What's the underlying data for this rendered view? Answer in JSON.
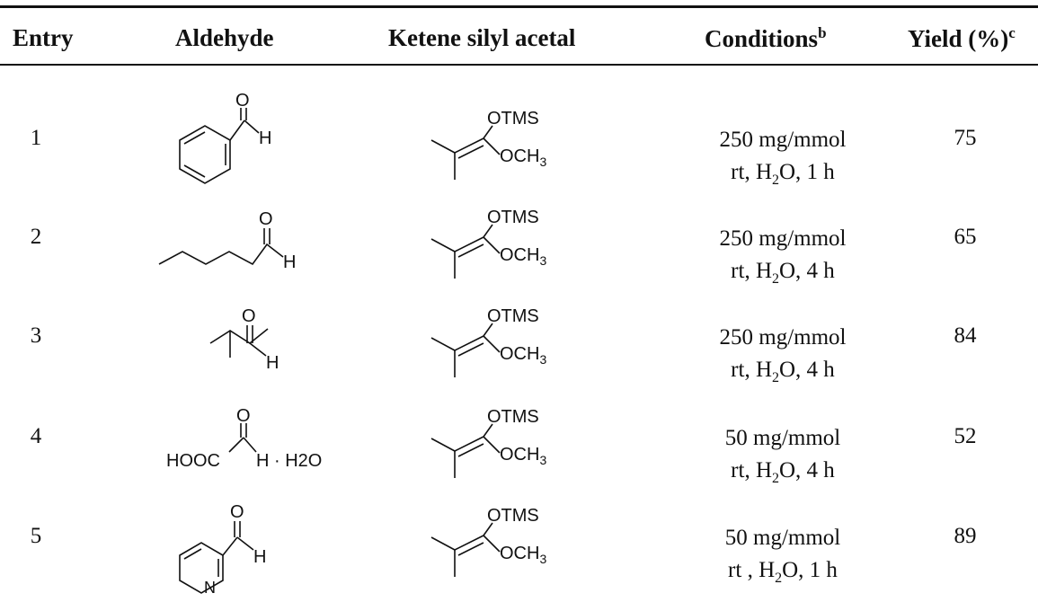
{
  "caption_fragment": "",
  "headers": {
    "entry": "Entry",
    "aldehyde": "Aldehyde",
    "ketene": "Ketene silyl acetal",
    "conditions": "Conditions",
    "conditions_note": "b",
    "yield": "Yield (%)",
    "yield_note": "c"
  },
  "rows": [
    {
      "entry": "1",
      "loading": "250 mg/mmol",
      "cond_pre": "rt, H",
      "cond_sub": "2",
      "cond_post": "O, 1 h",
      "yield": "75"
    },
    {
      "entry": "2",
      "loading": "250 mg/mmol",
      "cond_pre": "rt, H",
      "cond_sub": "2",
      "cond_post": "O, 4 h",
      "yield": "65"
    },
    {
      "entry": "3",
      "loading": "250 mg/mmol",
      "cond_pre": "rt, H",
      "cond_sub": "2",
      "cond_post": "O, 4 h",
      "yield": "84"
    },
    {
      "entry": "4",
      "loading": "50 mg/mmol",
      "cond_pre": "rt,  H",
      "cond_sub": "2",
      "cond_post": "O, 4 h",
      "yield": "52"
    },
    {
      "entry": "5",
      "loading": "50 mg/mmol",
      "cond_pre": "rt , H",
      "cond_sub": "2",
      "cond_post": "O, 1 h",
      "yield": "89"
    }
  ],
  "structure_labels": {
    "otms": "OTMS",
    "och3_pre": "OCH",
    "och3_sub": "3",
    "o": "O",
    "h": "H",
    "hooc": "HOOC",
    "hydrate": "H · H2O",
    "n": "N"
  }
}
